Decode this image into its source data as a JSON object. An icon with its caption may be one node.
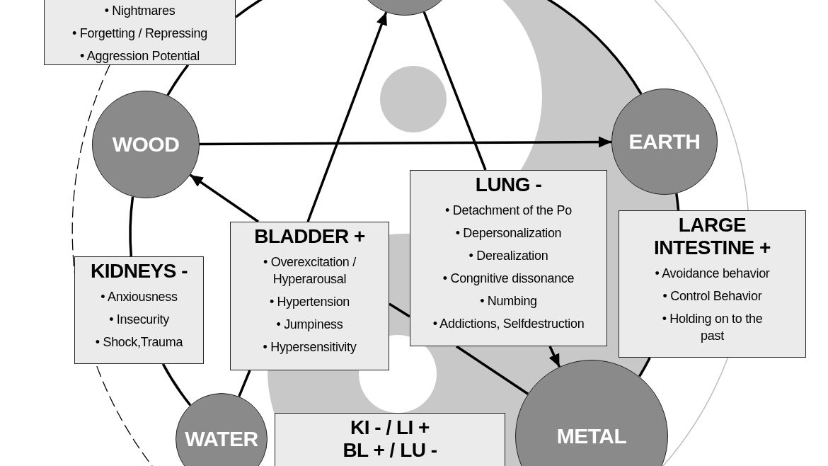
{
  "diagram": {
    "nodes": [
      {
        "text": [
          "• Nightmares",
          "• Forgetting / Repressing",
          "• Aggression Potential"
        ]
      },
      {
        "text": [],
        "shape": "circle"
      },
      {
        "text": [
          "WOOD"
        ]
      },
      {
        "text": [
          "EARTH"
        ]
      },
      {
        "text": [
          "LUNG -",
          "• Detachment of the Po",
          "• Depersonalization",
          "• Derealization",
          "• Congnitive dissonance",
          "• Numbing",
          "• Addictions, Selfdestruction"
        ]
      },
      {
        "text": [
          "LARGE INTESTINE +",
          "• Avoidance behavior",
          "• Control Behavior",
          "• Holding on to the past"
        ]
      },
      {
        "text": [
          "BLADDER +",
          "• Overexcitation / Hyperarousal",
          "• Hypertension",
          "• Jumpiness",
          "• Hypersensitivity"
        ]
      },
      {
        "text": [
          "KIDNEYS -",
          "• Anxiousness",
          "• Insecurity",
          "• Shock,Trauma"
        ]
      },
      {
        "text": [
          "WATER"
        ]
      },
      {
        "text": [
          "METAL"
        ]
      },
      {
        "text": [
          "KI - / LI + BL + / LU -"
        ]
      }
    ],
    "edges": [
      {
        "from": 2,
        "to": 3,
        "arrow": "to"
      },
      {
        "from": 6,
        "to": 2,
        "arrow": "to"
      },
      {
        "from": 6,
        "to": 1,
        "arrow": "to"
      },
      {
        "from": 1,
        "to": 4,
        "arrow": "none"
      },
      {
        "from": 4,
        "to": 9,
        "arrow": "to"
      },
      {
        "from": 8,
        "to": 6,
        "arrow": "none"
      },
      {
        "from": 6,
        "to": 4,
        "arrow": "none"
      },
      {
        "from": 4,
        "to": 9,
        "arrow": "none"
      },
      {
        "from": 1,
        "to": 0,
        "arrow": "none"
      },
      {
        "from": 0,
        "to": 2,
        "arrow": "none"
      },
      {
        "from": 2,
        "to": 7,
        "arrow": "none"
      },
      {
        "from": 7,
        "to": 8,
        "arrow": "none"
      },
      {
        "from": 9,
        "to": 5,
        "arrow": "none"
      },
      {
        "from": 5,
        "to": 3,
        "arrow": "none"
      },
      {
        "from": 3,
        "to": 1,
        "arrow": "none"
      }
    ]
  }
}
